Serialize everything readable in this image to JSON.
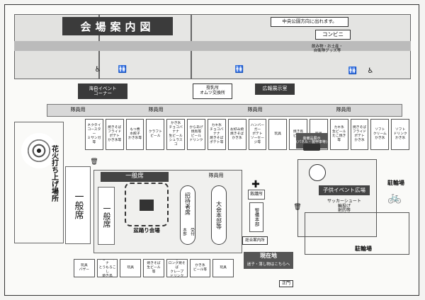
{
  "title": "会場案内図",
  "labels": {
    "central_park": "中央公園方向に出れます。",
    "convenience": "コンビニ",
    "convenience_goods": "飲み物・お土産・\n自衛隊グッズ等",
    "nursing": "授乳所\nオムツ交換所",
    "pr_room": "広報展示室",
    "sea_event": "海自イベント\nコーナー",
    "fireworks": "花火打ち上げ場所",
    "general_left": "一般席",
    "general_mid": "一般席",
    "general_top": "一般席",
    "bon_dance": "盆踊り会場",
    "guest": "招待者席",
    "reception": "受付",
    "honbu": "本部",
    "hq": "大会本部等",
    "first_aid": "救護所",
    "police": "警備本部",
    "info": "総合案内所",
    "current": "現在地",
    "current_sub": "迷子・落し物はこちらへ",
    "kids_plaza": "子供イベント広場",
    "kids_sub": "サッカーシュート\n輪投げ\n射的等",
    "bike1": "駐輪場",
    "bike2": "駐輪場",
    "main_gate": "正門",
    "staff": "隊員用",
    "vehicles": "装備品展示\n(パネル・装甲車等)"
  },
  "stalls_top": [
    {
      "text": "ネクタイ\nコースター\nミサンガ等"
    },
    {
      "text": "焼きそば\nフライドポテト\nかき氷等"
    },
    {
      "text": "もつ煮\n水餃子\nかき氷等"
    },
    {
      "text": "クラフト\nビール"
    },
    {
      "text": "かき氷\nチョコバナナ\n生ビール\nシュラスコ"
    },
    {
      "text": "からあげ\n焼鳥等\nビール\nドリンク"
    },
    {
      "text": "カキ氷\nチョコバナナ\n焼きそば\nポテト等"
    },
    {
      "text": "お好み焼\n焼きそば\nかき氷"
    },
    {
      "text": "ハンバーガー\nポテト\nソーセージ等"
    },
    {
      "text": "玩具"
    },
    {
      "text": "焼き鳥\nビール"
    },
    {
      "text": "玩具"
    },
    {
      "text": "カキ氷\n生ビール\nたこ焼き等"
    },
    {
      "text": "焼きそば\nフライドポテト\nかき氷"
    },
    {
      "text": "ソフト\nクリーム\nかき氷"
    },
    {
      "text": "ソフト\nドリンク\nかき氷"
    }
  ],
  "stalls_bottom": [
    {
      "text": "玩具\nバザー"
    },
    {
      "text": "チョコバナナ\nとうもろこし\n焼き鳥"
    },
    {
      "text": "玩具"
    },
    {
      "text": "焼きそば\n生ビール\n等"
    },
    {
      "text": "揚げたこ焼き\nロング焼そば\nクレープ\nドリンク\nかき氷"
    },
    {
      "text": "かき氷\nビール等"
    },
    {
      "text": "玩具"
    }
  ]
}
